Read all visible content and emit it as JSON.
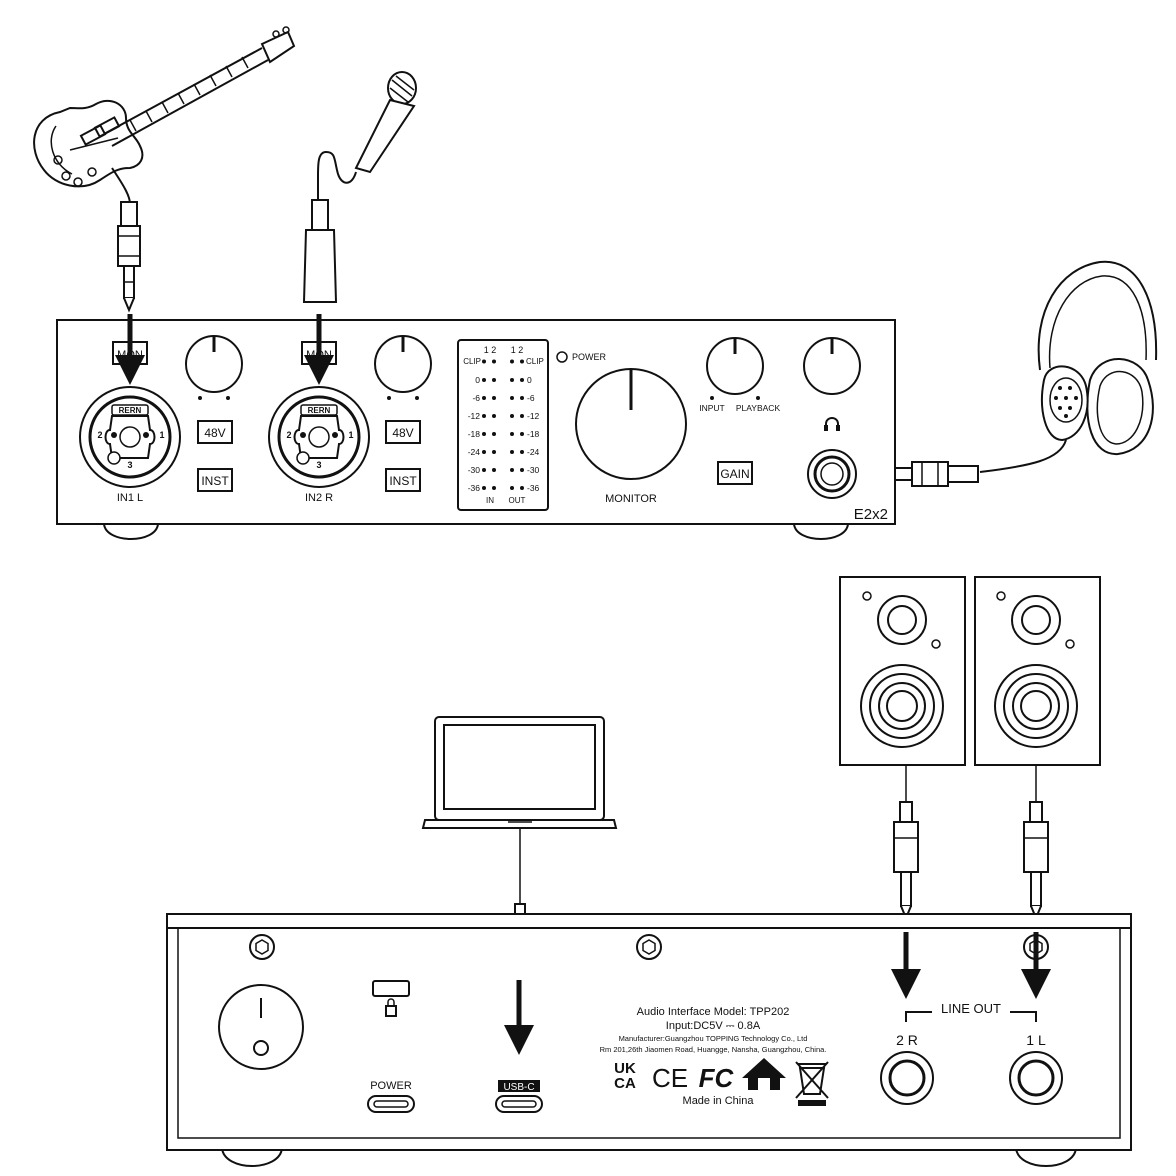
{
  "front": {
    "mon_label": "MON",
    "p48_label": "48V",
    "inst_label": "INST",
    "in1_label": "IN1 L",
    "in2_label": "IN2 R",
    "combo_brand": "RERN",
    "pin1": "1",
    "pin2": "2",
    "pin3": "3",
    "power_label": "POWER",
    "monitor_label": "MONITOR",
    "input_label": "INPUT",
    "playback_label": "PLAYBACK",
    "gain_label": "GAIN",
    "model_label": "E2x2",
    "meter": {
      "channel_header": "1 2",
      "clip": "CLIP",
      "levels": [
        "0",
        "-6",
        "-12",
        "-18",
        "-24",
        "-30",
        "-36"
      ],
      "in_label": "IN",
      "out_label": "OUT"
    }
  },
  "rear": {
    "power_label": "POWER",
    "usbc_label": "USB-C",
    "line_out_label": "LINE OUT",
    "out_2r": "2 R",
    "out_1l": "1 L",
    "info": {
      "line1": "Audio Interface   Model: TPP202",
      "line2": "Input:DC5V ⎓ 0.8A",
      "line3": "Manufacturer:Guangzhou TOPPING Technology Co., Ltd",
      "line4": "Rm 201,26th Jiaomen Road, Huangge, Nansha, Guangzhou, China.",
      "made_in": "Made in China"
    },
    "marks": {
      "ukca_top": "UK",
      "ukca_bottom": "CA",
      "ce": "CE",
      "fc": "FC"
    }
  }
}
